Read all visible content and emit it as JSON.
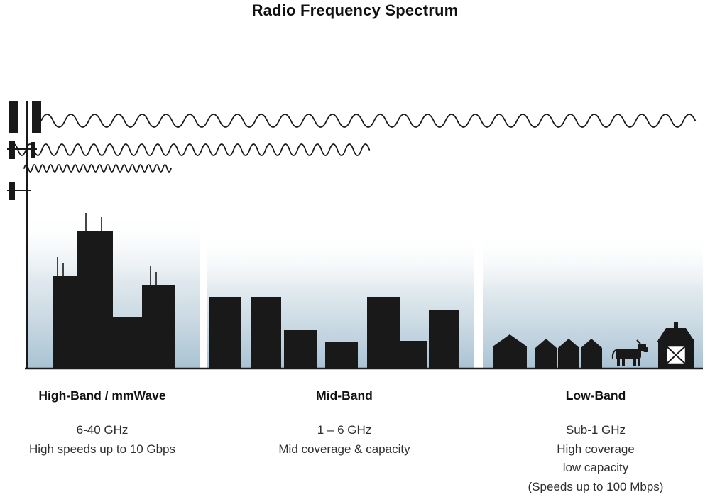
{
  "title": "Radio Frequency Spectrum",
  "colors": {
    "ink": "#191919",
    "sky_gradient_bottom": "#a4bfd0",
    "background": "#ffffff",
    "body_text": "#2e2e2e"
  },
  "sections": [
    {
      "id": "high-band",
      "heading": "High-Band / mmWave",
      "lines": [
        "6-40 GHz",
        "High speeds up to 10 Gbps"
      ]
    },
    {
      "id": "mid-band",
      "heading": "Mid-Band",
      "lines": [
        "1 – 6 GHz",
        "Mid coverage & capacity"
      ]
    },
    {
      "id": "low-band",
      "heading": "Low-Band",
      "lines": [
        "Sub-1 GHz",
        "High coverage",
        "low capacity",
        "(Speeds up to 100 Mbps)"
      ]
    }
  ],
  "graphics": {
    "tower": "cell-tower-icon",
    "waves": [
      "long-wavelength-low-band-wave",
      "medium-wavelength-mid-band-wave",
      "short-wavelength-high-band-wave"
    ],
    "scenes": [
      "city-skyline",
      "town-buildings",
      "rural-houses-cow-barn"
    ]
  }
}
